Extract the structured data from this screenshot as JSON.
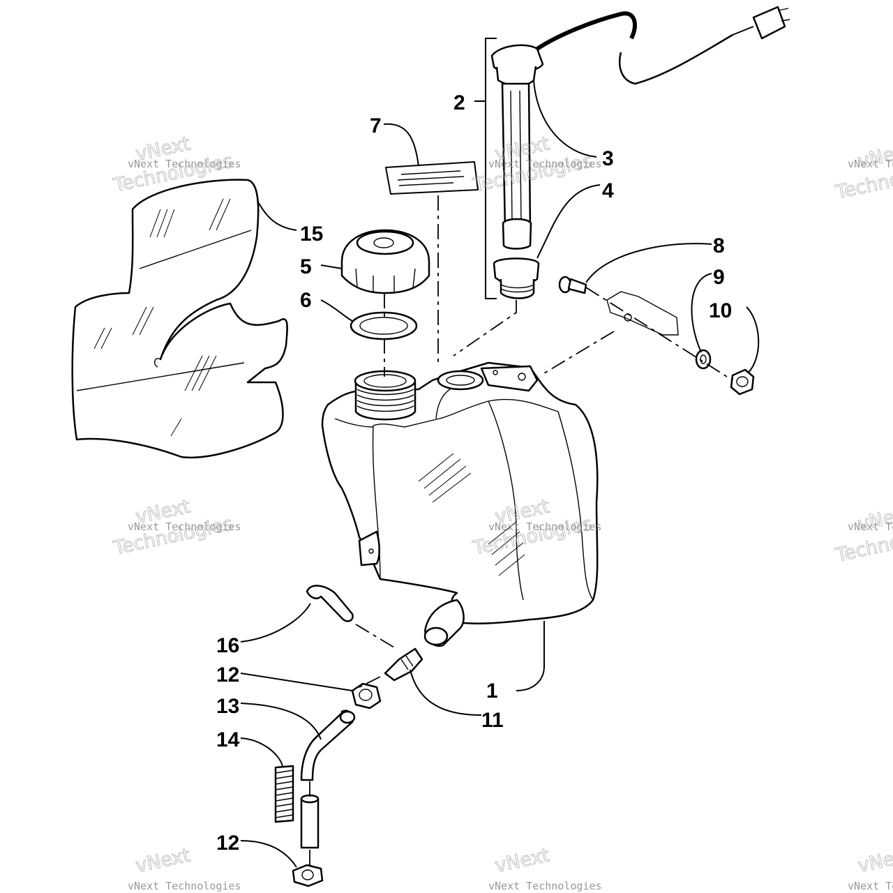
{
  "diagram": {
    "callouts": [
      {
        "id": "callout-1",
        "label": "1"
      },
      {
        "id": "callout-2",
        "label": "2"
      },
      {
        "id": "callout-3",
        "label": "3"
      },
      {
        "id": "callout-4",
        "label": "4"
      },
      {
        "id": "callout-5",
        "label": "5"
      },
      {
        "id": "callout-6",
        "label": "6"
      },
      {
        "id": "callout-7",
        "label": "7"
      },
      {
        "id": "callout-8",
        "label": "8"
      },
      {
        "id": "callout-9",
        "label": "9"
      },
      {
        "id": "callout-10",
        "label": "10"
      },
      {
        "id": "callout-11",
        "label": "11"
      },
      {
        "id": "callout-12a",
        "label": "12"
      },
      {
        "id": "callout-12b",
        "label": "12"
      },
      {
        "id": "callout-13",
        "label": "13"
      },
      {
        "id": "callout-14",
        "label": "14"
      },
      {
        "id": "callout-15",
        "label": "15"
      },
      {
        "id": "callout-16",
        "label": "16"
      }
    ],
    "watermark": {
      "line1": "vNext",
      "line2": "Technologies",
      "small": "vNext Technologies"
    }
  }
}
